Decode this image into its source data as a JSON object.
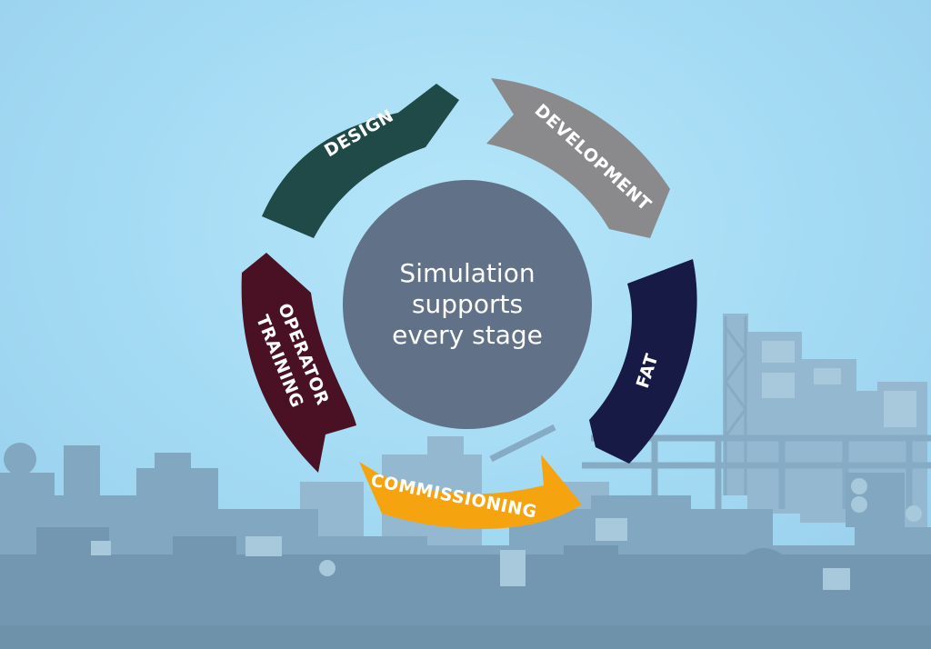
{
  "center": {
    "line1": "Simulation",
    "line2": "supports",
    "line3": "every stage"
  },
  "stages": {
    "design": {
      "label": "DESIGN",
      "color": "#1f4a48"
    },
    "development": {
      "label": "DEVELOPMENT",
      "color": "#8a8a8c"
    },
    "fat": {
      "label": "FAT",
      "color": "#161a45"
    },
    "commissioning": {
      "label": "COMMISSIONING",
      "color": "#f5a40f"
    },
    "operator_training": {
      "label_line1": "OPERATOR",
      "label_line2": "TRAINING",
      "color": "#4a1124"
    }
  },
  "colors": {
    "center_circle": "#607188",
    "factory_back": "#8fb4cc",
    "factory_mid": "#7ea3bc",
    "factory_front": "#6f93ad"
  }
}
